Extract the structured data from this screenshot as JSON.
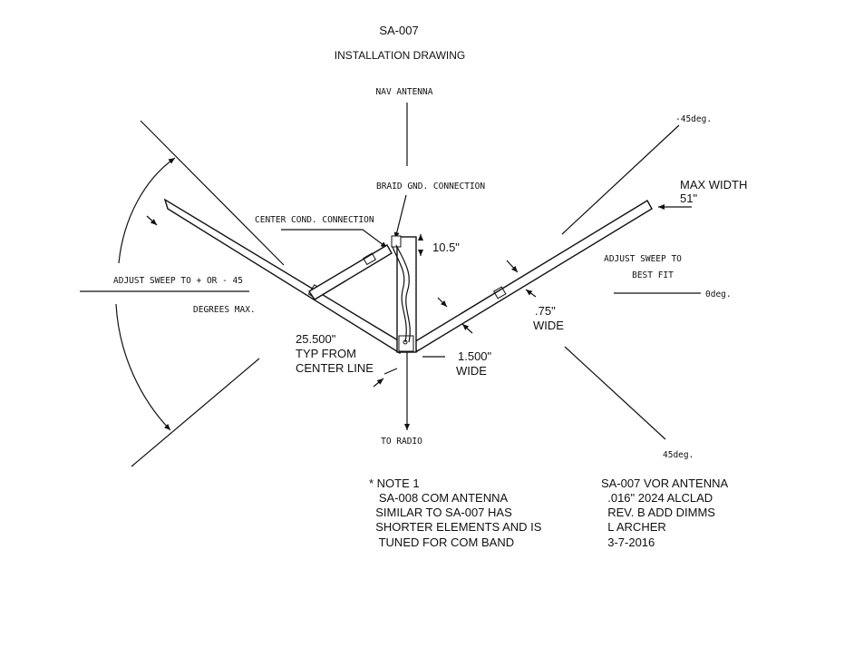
{
  "title": "SA-007",
  "subtitle": "INSTALLATION DRAWING",
  "labels": {
    "nav_antenna": "NAV ANTENNA",
    "braid_connection": "BRAID GND. CONNECTION",
    "center_connection": "CENTER COND. CONNECTION",
    "adjust_sweep_left": "ADJUST SWEEP TO + OR - 45",
    "degrees_max": "DEGREES MAX.",
    "minus_45": "-45deg.",
    "max_width_line1": "MAX WIDTH",
    "max_width_line2": "51\"",
    "adjust_sweep_right_line1": "ADJUST SWEEP TO",
    "adjust_sweep_right_line2": "BEST FIT",
    "zero_deg": "0deg.",
    "plus_45": "45deg.",
    "height_dim": "10.5\"",
    "element_width_line1": ".75\"",
    "element_width_line2": "WIDE",
    "mast_width_line1": "1.500\"",
    "mast_width_line2": "WIDE",
    "typ_line1": "25.500\"",
    "typ_line2": "TYP FROM",
    "typ_line3": "CENTER LINE",
    "to_radio": "TO RADIO"
  },
  "note": [
    "* NOTE 1",
    "   SA-008 COM ANTENNA",
    "  SIMILAR TO SA-007 HAS",
    "  SHORTER ELEMENTS AND IS",
    "   TUNED FOR COM BAND"
  ],
  "title_block": [
    "SA-007 VOR ANTENNA",
    "  .016\" 2024 ALCLAD",
    "  REV. B ADD DIMMS",
    "  L ARCHER",
    "  3-7-2016"
  ]
}
